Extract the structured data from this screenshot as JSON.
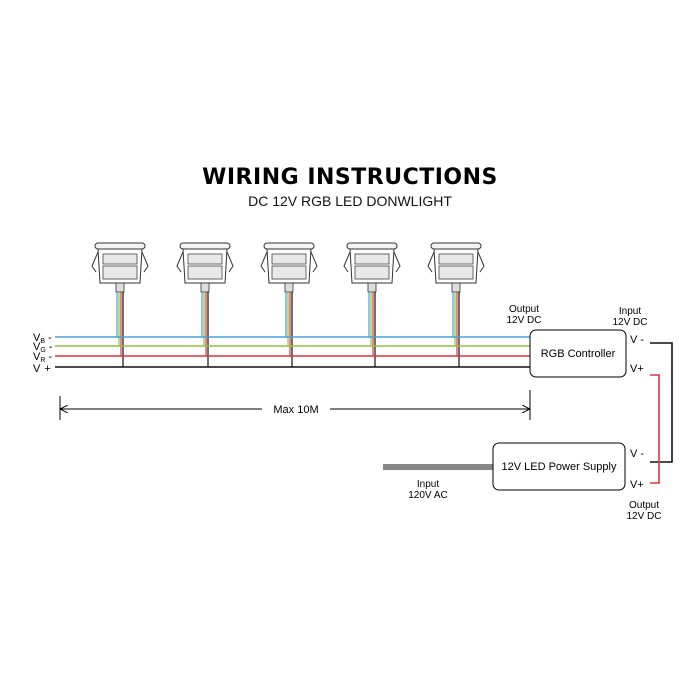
{
  "header": {
    "title": "WIRING INSTRUCTIONS",
    "subtitle": "DC 12V RGB LED DONWLIGHT"
  },
  "colors": {
    "blue": "#4a9fd8",
    "green": "#8cc63f",
    "yellow": "#e8d23a",
    "red": "#e0353a",
    "black": "#111111",
    "input_cable": "#888888"
  },
  "bus_labels": {
    "vb": {
      "base": "V",
      "sub": "B",
      "sign": "-"
    },
    "vg": {
      "base": "V",
      "sub": "G",
      "sign": "-"
    },
    "vr": {
      "base": "V",
      "sub": "R",
      "sign": "-"
    },
    "vplus": {
      "base": "V",
      "sign": "+"
    }
  },
  "controller": {
    "label": "RGB Controller",
    "output_line1": "Output",
    "output_line2": "12V DC",
    "input_line1": "Input",
    "input_line2": "12V DC",
    "vminus": "V -",
    "vplus": "V+"
  },
  "power_supply": {
    "label": "12V LED Power Supply",
    "vminus": "V -",
    "vplus": "V+",
    "output_line1": "Output",
    "output_line2": "12V DC",
    "ac_line1": "Input",
    "ac_line2": "120V AC"
  },
  "distance_label": "Max 10M",
  "downlights": [
    {
      "name": "downlight-1"
    },
    {
      "name": "downlight-2"
    },
    {
      "name": "downlight-3"
    },
    {
      "name": "downlight-4"
    },
    {
      "name": "downlight-5"
    }
  ]
}
